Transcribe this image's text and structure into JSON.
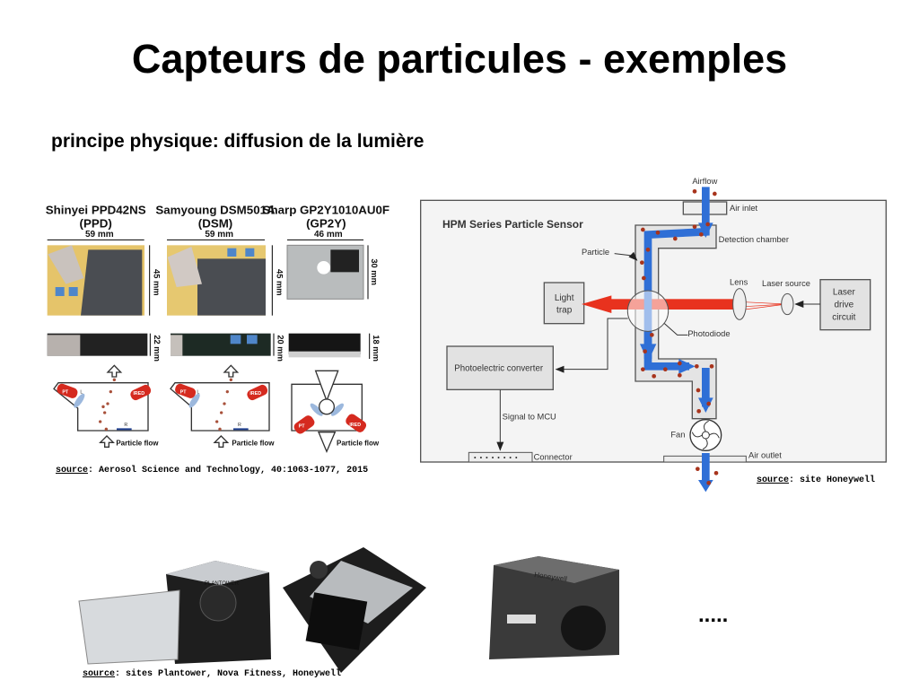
{
  "slide": {
    "title": "Capteurs de particules - exemples",
    "subtitle": "principe physique: diffusion de la lumière",
    "ellipsis": "....."
  },
  "left_figure": {
    "sensors": [
      {
        "name": "Shinyei PPD42NS",
        "abbr": "(PPD)",
        "width": "59 mm",
        "height": "45 mm",
        "depth": "22 mm"
      },
      {
        "name": "Samyoung DSM501A",
        "abbr": "(DSM)",
        "width": "59 mm",
        "height": "45 mm",
        "depth": "20 mm"
      },
      {
        "name": "Sharp GP2Y1010AU0F",
        "abbr": "(GP2Y)",
        "width": "46 mm",
        "height": "30 mm",
        "depth": "18 mm"
      }
    ],
    "labels": {
      "pt": "PT",
      "ired": "IRED",
      "lens": "L",
      "r": "R",
      "particle_flow": "Particle flow"
    },
    "source_label": "source",
    "source_text": ": Aerosol Science and Technology, 40:1063-1077, 2015"
  },
  "hpm_diagram": {
    "title": "HPM Series Particle Sensor",
    "airflow": "Airflow",
    "air_inlet": "Air inlet",
    "detection_chamber": "Detection chamber",
    "particle": "Particle",
    "lens": "Lens",
    "laser_source": "Laser source",
    "laser_drive": [
      "Laser",
      "drive",
      "circuit"
    ],
    "light_trap": [
      "Light",
      "trap"
    ],
    "photodiode": "Photodiode",
    "photoelectric_converter": "Photoelectric converter",
    "signal_to_mcu": "Signal to MCU",
    "connector": "Connector",
    "fan": "Fan",
    "air_outlet": "Air outlet",
    "source_label": "source",
    "source_text": ": site Honeywell",
    "colors": {
      "flow": "#2f6fd6",
      "laser": "#e8321e",
      "particle": "#a8341c",
      "channel": "#e4e4e4"
    }
  },
  "bottom_photos": {
    "source_label": "source",
    "source_text": ": sites Plantower, Nova Fitness, Honeywell",
    "device_labels": {
      "plantower": "PLANTOWER",
      "honeywell": "Honeywell"
    }
  }
}
